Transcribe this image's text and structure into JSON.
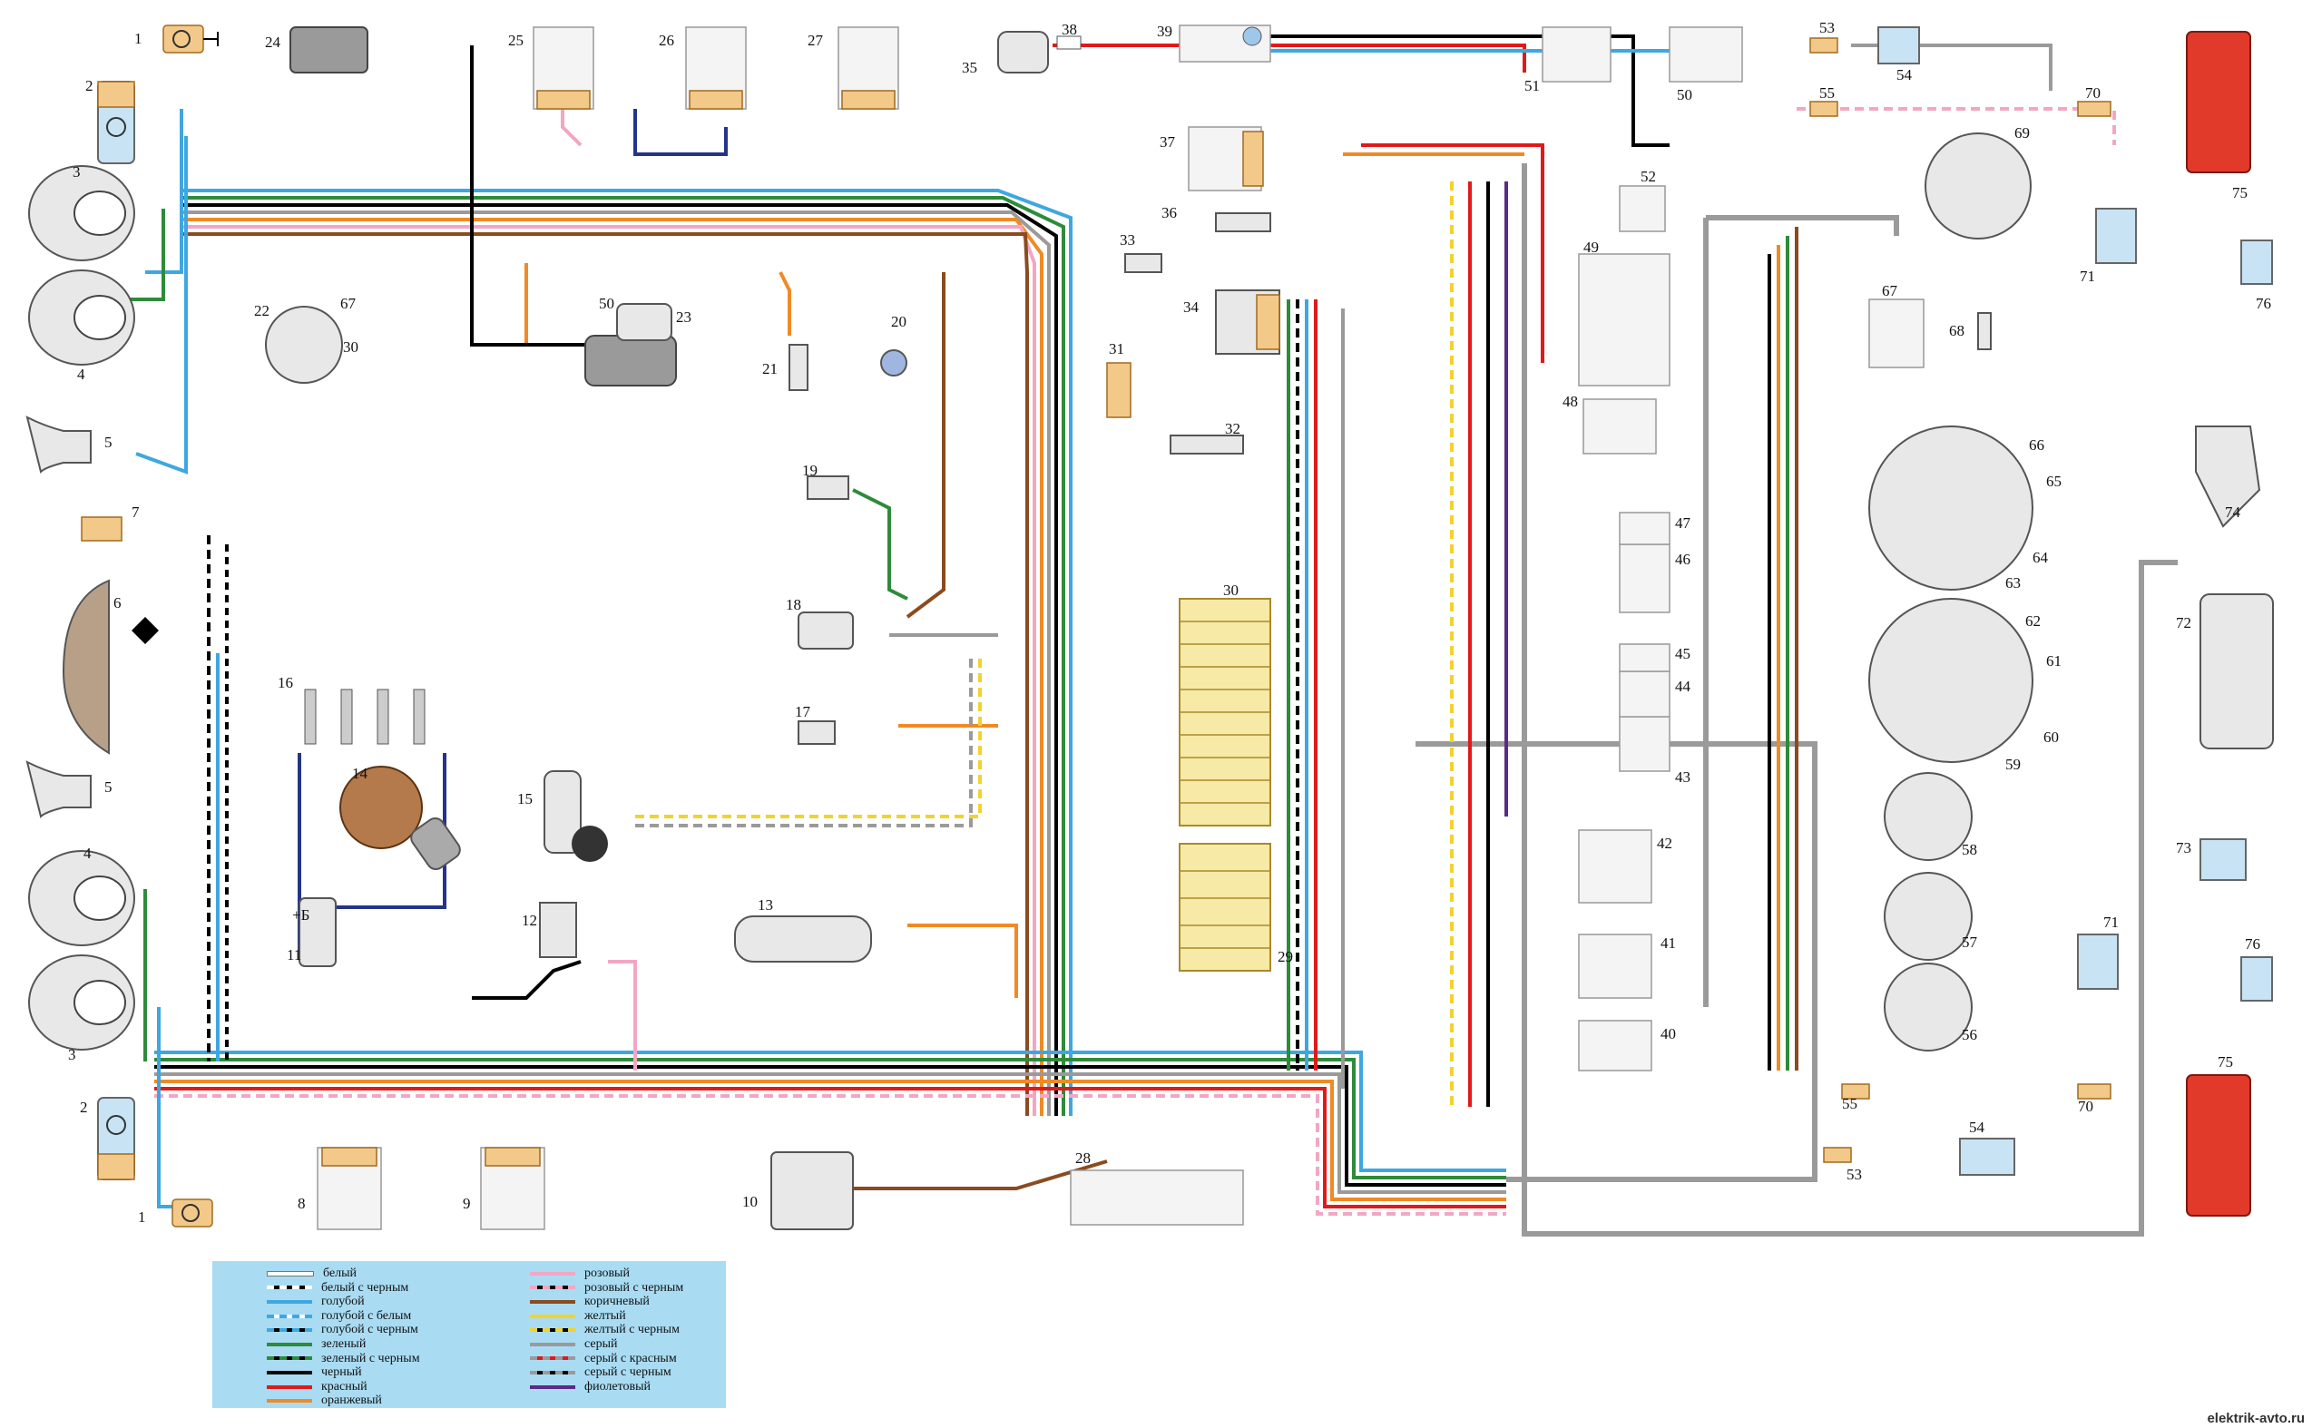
{
  "watermark": "elektrik-avto.ru",
  "legend": [
    {
      "label": "белый",
      "color": "#ffffff",
      "stripe": ""
    },
    {
      "label": "белый с черным",
      "color": "#ffffff",
      "stripe": "#000000"
    },
    {
      "label": "голубой",
      "color": "#3fa7e0",
      "stripe": ""
    },
    {
      "label": "голубой с белым",
      "color": "#3fa7e0",
      "stripe": "#ffffff"
    },
    {
      "label": "голубой с черным",
      "color": "#3fa7e0",
      "stripe": "#000000"
    },
    {
      "label": "зеленый",
      "color": "#2e8b3a",
      "stripe": ""
    },
    {
      "label": "зеленый с черным",
      "color": "#2e8b3a",
      "stripe": "#000000"
    },
    {
      "label": "черный",
      "color": "#000000",
      "stripe": ""
    },
    {
      "label": "красный",
      "color": "#e01a1a",
      "stripe": ""
    },
    {
      "label": "оранжевый",
      "color": "#f08a24",
      "stripe": ""
    },
    {
      "label": "розовый",
      "color": "#f3a6c4",
      "stripe": ""
    },
    {
      "label": "розовый с черным",
      "color": "#f3a6c4",
      "stripe": "#000000"
    },
    {
      "label": "коричневый",
      "color": "#8a4b1f",
      "stripe": ""
    },
    {
      "label": "желтый",
      "color": "#f2d22e",
      "stripe": ""
    },
    {
      "label": "желтый с черным",
      "color": "#f2d22e",
      "stripe": "#000000"
    },
    {
      "label": "серый",
      "color": "#9a9a9a",
      "stripe": ""
    },
    {
      "label": "серый с красным",
      "color": "#9a9a9a",
      "stripe": "#e01a1a"
    },
    {
      "label": "серый с черным",
      "color": "#9a9a9a",
      "stripe": "#000000"
    },
    {
      "label": "фиолетовый",
      "color": "#5b2a86",
      "stripe": ""
    }
  ],
  "terminal_labels": [
    "67",
    "30",
    "50",
    "+Б"
  ],
  "components": [
    {
      "num": "1",
      "kind": "lamp"
    },
    {
      "num": "2",
      "kind": "lamp"
    },
    {
      "num": "3",
      "kind": "headlight"
    },
    {
      "num": "4",
      "kind": "headlight"
    },
    {
      "num": "5",
      "kind": "horn"
    },
    {
      "num": "6",
      "kind": "fan"
    },
    {
      "num": "7",
      "kind": "sensor"
    },
    {
      "num": "8",
      "kind": "relay"
    },
    {
      "num": "9",
      "kind": "relay"
    },
    {
      "num": "10",
      "kind": "module"
    },
    {
      "num": "11",
      "kind": "coil"
    },
    {
      "num": "12",
      "kind": "switch"
    },
    {
      "num": "13",
      "kind": "motor"
    },
    {
      "num": "14",
      "kind": "distributor"
    },
    {
      "num": "15",
      "kind": "pump"
    },
    {
      "num": "16",
      "kind": "plugs"
    },
    {
      "num": "17",
      "kind": "sensor"
    },
    {
      "num": "18",
      "kind": "sensor"
    },
    {
      "num": "19",
      "kind": "sensor"
    },
    {
      "num": "20",
      "kind": "sensor"
    },
    {
      "num": "21",
      "kind": "sensor"
    },
    {
      "num": "22",
      "kind": "generator"
    },
    {
      "num": "23",
      "kind": "starter"
    },
    {
      "num": "24",
      "kind": "battery"
    },
    {
      "num": "25",
      "kind": "relay"
    },
    {
      "num": "26",
      "kind": "relay"
    },
    {
      "num": "27",
      "kind": "relay"
    },
    {
      "num": "28",
      "kind": "relay-block"
    },
    {
      "num": "29",
      "kind": "fuse-block"
    },
    {
      "num": "30",
      "kind": "fuse-block"
    },
    {
      "num": "31",
      "kind": "switch"
    },
    {
      "num": "32",
      "kind": "sensor"
    },
    {
      "num": "33",
      "kind": "sensor"
    },
    {
      "num": "34",
      "kind": "switch"
    },
    {
      "num": "35",
      "kind": "motor"
    },
    {
      "num": "36",
      "kind": "sensor"
    },
    {
      "num": "37",
      "kind": "relay"
    },
    {
      "num": "38",
      "kind": "resistor"
    },
    {
      "num": "39",
      "kind": "lamp"
    },
    {
      "num": "40",
      "kind": "switch"
    },
    {
      "num": "41",
      "kind": "switch"
    },
    {
      "num": "42",
      "kind": "switch"
    },
    {
      "num": "43",
      "kind": "switch"
    },
    {
      "num": "44",
      "kind": "switch"
    },
    {
      "num": "45",
      "kind": "switch"
    },
    {
      "num": "46",
      "kind": "switch"
    },
    {
      "num": "47",
      "kind": "switch"
    },
    {
      "num": "48",
      "kind": "switch"
    },
    {
      "num": "49",
      "kind": "switch"
    },
    {
      "num": "50",
      "kind": "switch"
    },
    {
      "num": "51",
      "kind": "switch"
    },
    {
      "num": "52",
      "kind": "socket"
    },
    {
      "num": "53",
      "kind": "switch"
    },
    {
      "num": "54",
      "kind": "lamp"
    },
    {
      "num": "55",
      "kind": "switch"
    },
    {
      "num": "56",
      "kind": "gauge"
    },
    {
      "num": "57",
      "kind": "gauge"
    },
    {
      "num": "58",
      "kind": "gauge"
    },
    {
      "num": "59",
      "kind": "gauge"
    },
    {
      "num": "60",
      "kind": "lamp"
    },
    {
      "num": "61",
      "kind": "lamp"
    },
    {
      "num": "62",
      "kind": "lamp"
    },
    {
      "num": "63",
      "kind": "gauge"
    },
    {
      "num": "64",
      "kind": "lamp"
    },
    {
      "num": "65",
      "kind": "lamp"
    },
    {
      "num": "66",
      "kind": "lamp"
    },
    {
      "num": "67",
      "kind": "relay"
    },
    {
      "num": "68",
      "kind": "switch"
    },
    {
      "num": "69",
      "kind": "clock"
    },
    {
      "num": "70",
      "kind": "switch"
    },
    {
      "num": "71",
      "kind": "lamp"
    },
    {
      "num": "72",
      "kind": "heater"
    },
    {
      "num": "73",
      "kind": "lamp"
    },
    {
      "num": "74",
      "kind": "sensor"
    },
    {
      "num": "75",
      "kind": "taillight"
    },
    {
      "num": "76",
      "kind": "lamp"
    }
  ]
}
